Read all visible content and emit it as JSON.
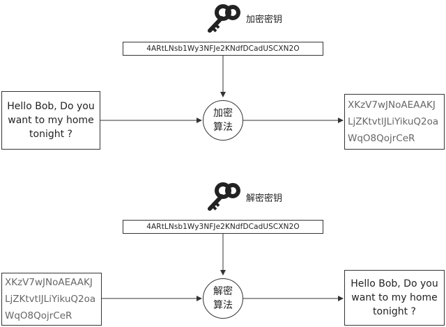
{
  "encrypt": {
    "key_label": "加密密钥",
    "key_value": "4ARtLNsb1Wy3NFJe2KNdfDCadUSCXN2O",
    "input_lines": [
      "Hello Bob, Do you",
      "want to my home",
      "tonight ?"
    ],
    "process_lines": [
      "加密",
      "算法"
    ],
    "output_lines": [
      "XKzV7wJNoAEAAKJ",
      "LjZKtvtlJLiYikuQ2oa",
      "WqO8QojrCeR"
    ]
  },
  "decrypt": {
    "key_label": "解密密钥",
    "key_value": "4ARtLNsb1Wy3NFJe2KNdfDCadUSCXN2O",
    "input_lines": [
      "XKzV7wJNoAEAAKJ",
      "LjZKtvtlJLiYikuQ2oa",
      "WqO8QojrCeR"
    ],
    "process_lines": [
      "解密",
      "算法"
    ],
    "output_lines": [
      "Hello Bob, Do you",
      "want to my home",
      "tonight ?"
    ]
  },
  "icons": {
    "key": "key-icon"
  },
  "colors": {
    "line": "#333333",
    "cipher_text": "#666666"
  }
}
